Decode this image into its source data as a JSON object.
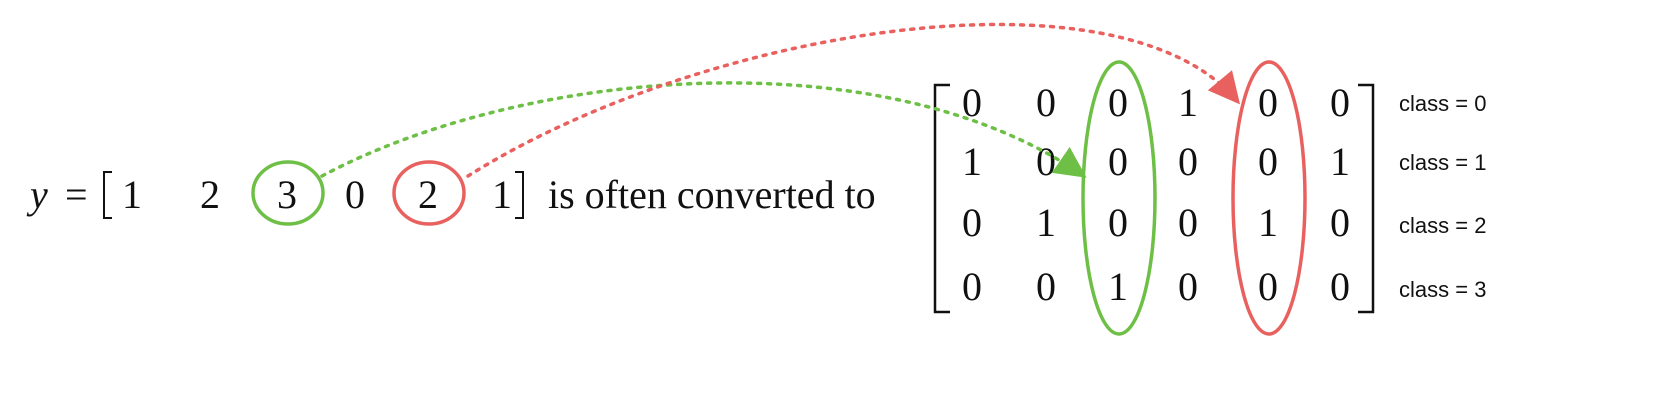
{
  "equation": {
    "variable": "y",
    "equals": "=",
    "vector": [
      "1",
      "2",
      "3",
      "0",
      "2",
      "1"
    ],
    "connector_text": "is often converted to"
  },
  "matrix": [
    [
      "0",
      "0",
      "0",
      "1",
      "0",
      "0"
    ],
    [
      "1",
      "0",
      "0",
      "0",
      "0",
      "1"
    ],
    [
      "0",
      "1",
      "0",
      "0",
      "1",
      "0"
    ],
    [
      "0",
      "0",
      "1",
      "0",
      "0",
      "0"
    ]
  ],
  "class_labels": [
    "class = 0",
    "class = 1",
    "class = 2",
    "class = 3"
  ],
  "highlights": {
    "green": {
      "color": "#6ebf45",
      "vector_index": 2,
      "matrix_column": 2
    },
    "red": {
      "color": "#e8615f",
      "vector_index": 4,
      "matrix_column": 4
    }
  }
}
